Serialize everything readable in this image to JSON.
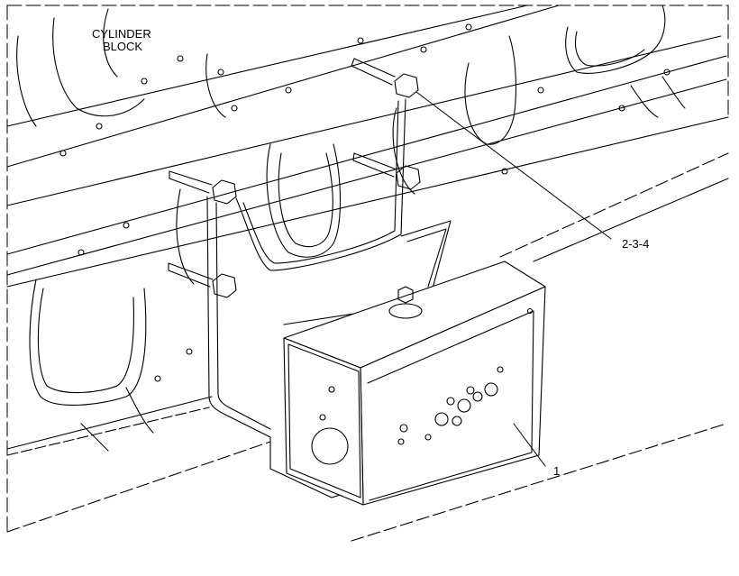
{
  "labels": {
    "cylinder_block_line1": "CYLINDER",
    "cylinder_block_line2": "BLOCK",
    "callout_fasteners": "2-3-4",
    "callout_box": "1"
  },
  "colors": {
    "ink": "#000000",
    "background": "#ffffff"
  }
}
